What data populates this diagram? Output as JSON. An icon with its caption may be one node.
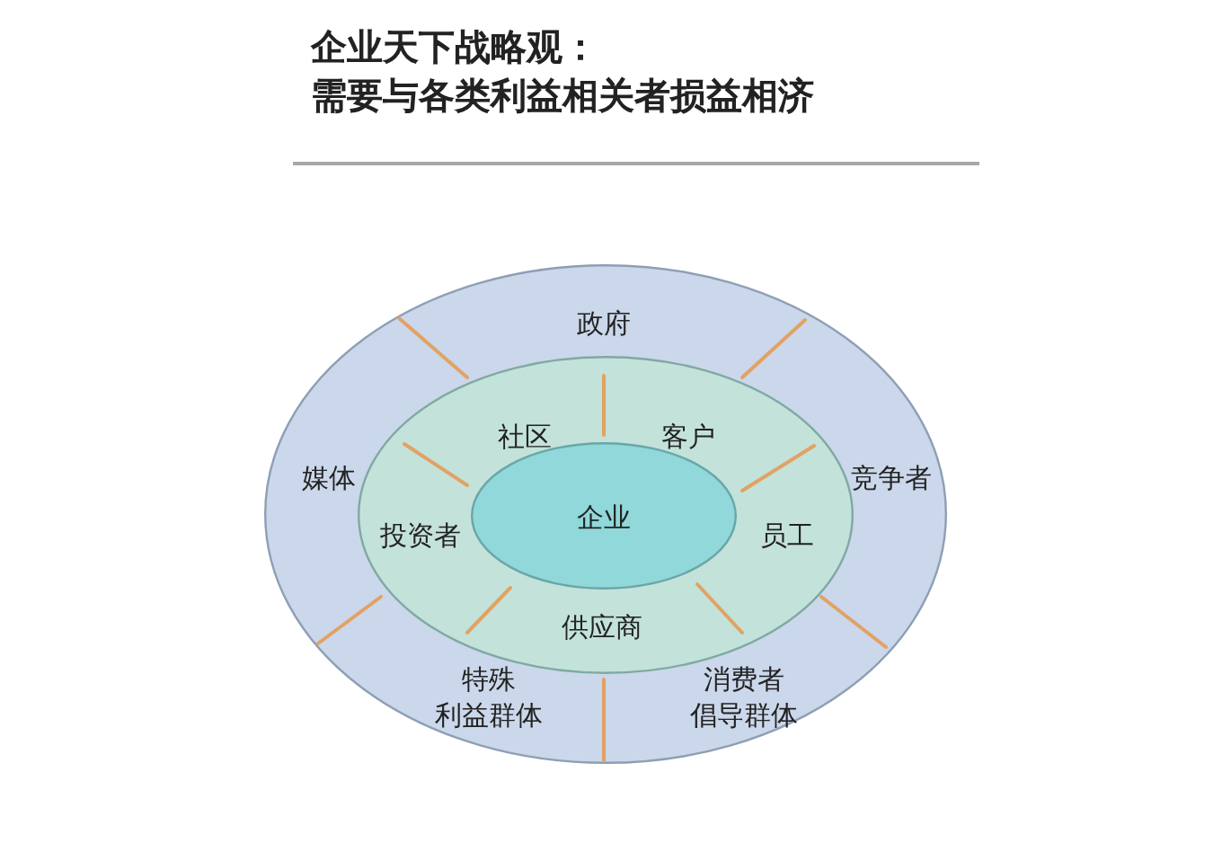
{
  "diagram": {
    "title": "企业天下战略观：需要与各类利益相关者损益相济",
    "nodes": [
      {
        "text": [],
        "shape": "ellipse"
      },
      {
        "text": [
          "政府"
        ],
        "in": 0
      },
      {
        "text": [
          "媒体"
        ],
        "in": 0
      },
      {
        "text": [
          "竞争者"
        ],
        "in": 0
      },
      {
        "text": [],
        "shape": "ellipse",
        "in": 0
      },
      {
        "text": [
          "社区"
        ],
        "in": 4
      },
      {
        "text": [
          "客户"
        ],
        "in": 4
      },
      {
        "text": [
          "投资者"
        ],
        "in": 4
      },
      {
        "text": [
          "企业"
        ],
        "in": 4
      },
      {
        "text": [
          "员工"
        ],
        "in": 4
      },
      {
        "text": [
          "供应商"
        ],
        "in": 4
      },
      {
        "text": [
          "特殊利益群体"
        ],
        "in": 0
      },
      {
        "text": [
          "消费者倡导群体"
        ],
        "in": 0
      }
    ]
  }
}
